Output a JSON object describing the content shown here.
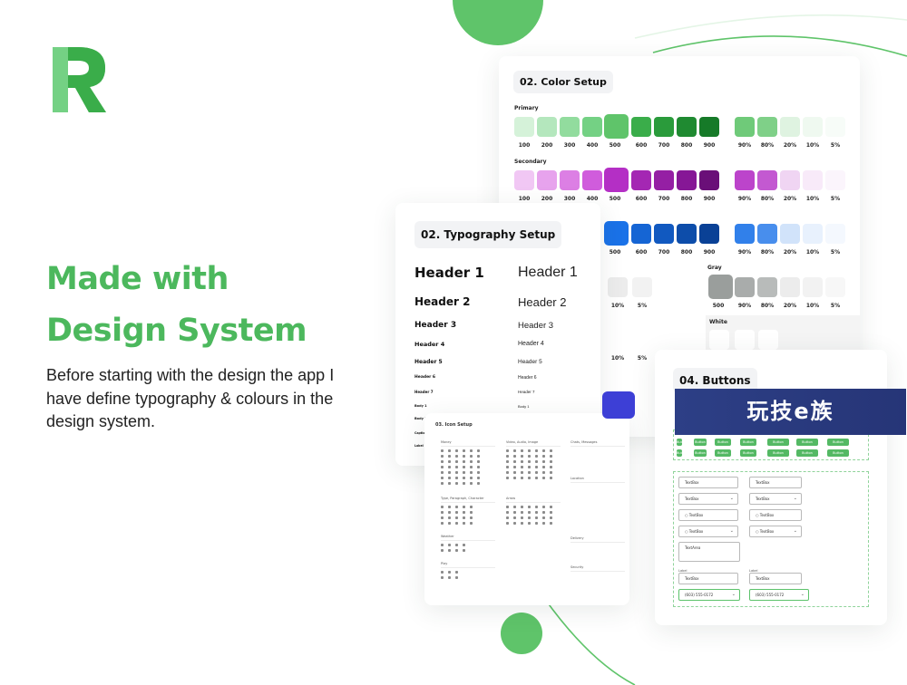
{
  "hero": {
    "headline_line1": "Made with",
    "headline_line2": "Design System",
    "description": "Before starting with the design the app I have define typography & colours in the design system."
  },
  "brand": {
    "accent": "#4cb85d",
    "logo_letter": "R"
  },
  "color_setup": {
    "title": "02. Color Setup",
    "primary": {
      "label": "Primary",
      "shades": [
        "100",
        "200",
        "300",
        "400",
        "500",
        "600",
        "700",
        "800",
        "900"
      ],
      "opacity": [
        "90%",
        "80%",
        "20%",
        "10%",
        "5%"
      ],
      "colors": [
        "#d5f2d9",
        "#b4e7bd",
        "#92dc9e",
        "#74d184",
        "#5fc46a",
        "#3aad4a",
        "#2a9b3b",
        "#1f8a31",
        "#167a28"
      ]
    },
    "secondary": {
      "label": "Secondary",
      "shades": [
        "100",
        "200",
        "300",
        "400",
        "500",
        "600",
        "700",
        "800",
        "900"
      ],
      "opacity": [
        "90%",
        "80%",
        "20%",
        "10%",
        "5%"
      ],
      "colors": [
        "#f1c7f4",
        "#e7a3ed",
        "#dc7fe4",
        "#d05cdc",
        "#b42fc5",
        "#a427b3",
        "#951fa4",
        "#861796",
        "#6a0f78"
      ]
    },
    "blue": {
      "visible_shades": [
        "500",
        "600",
        "700",
        "800",
        "900"
      ],
      "opacity": [
        "90%",
        "80%",
        "20%",
        "10%",
        "5%"
      ],
      "colors": [
        "#1a72e8",
        "#1565d4",
        "#1159c0",
        "#0d4daa",
        "#0a4196"
      ]
    },
    "gray": {
      "label": "Gray",
      "ticks": [
        "500",
        "90%",
        "80%",
        "20%",
        "10%",
        "5%"
      ],
      "left_ticks": [
        "10%",
        "5%"
      ]
    },
    "white": {
      "label": "White"
    },
    "lower_ticks": [
      "10%",
      "5%"
    ]
  },
  "typography_setup": {
    "title": "02. Typography Setup",
    "left": [
      "Header 1",
      "Header 2",
      "Header 3",
      "Header 4",
      "Header 5",
      "Header 6",
      "Header 7",
      "Body 1",
      "Body 2",
      "Caption",
      "Label"
    ],
    "right": [
      "Header 1",
      "Header 2",
      "Header 3",
      "Header 4",
      "Header 5",
      "Header 6",
      "Header 7",
      "Body 1"
    ]
  },
  "icon_setup": {
    "title": "03. Icon Setup",
    "sections": [
      "Money",
      "Video, Audio, Image",
      "Chats, Messages",
      "Type, Paragraph, Character",
      "Arrow",
      "Location",
      "Weather",
      "Delivery",
      "Play",
      "Security"
    ]
  },
  "buttons": {
    "title": "04. Buttons",
    "button_label": "Button",
    "fields": [
      "TextBox",
      "TextBox",
      "TextBox",
      "TextBox",
      "TextBox",
      "TextBox",
      "TextBox",
      "TextBox",
      "TextBox",
      "TextBox"
    ],
    "textarea": "TextArea",
    "label": "Label",
    "phones": [
      "(603) 555-0172",
      "(603) 555-0172"
    ]
  },
  "watermark": {
    "text": "玩技e族"
  }
}
